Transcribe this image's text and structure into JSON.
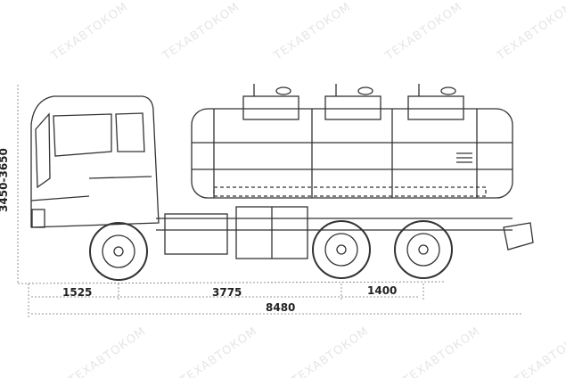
{
  "watermark": "ТЕХАВТОКОМ",
  "dimensions": {
    "height": "3450-3650",
    "front_overhang": "1525",
    "wheelbase": "3775",
    "rear_axle_spacing": "1400",
    "total_length": "8480"
  }
}
